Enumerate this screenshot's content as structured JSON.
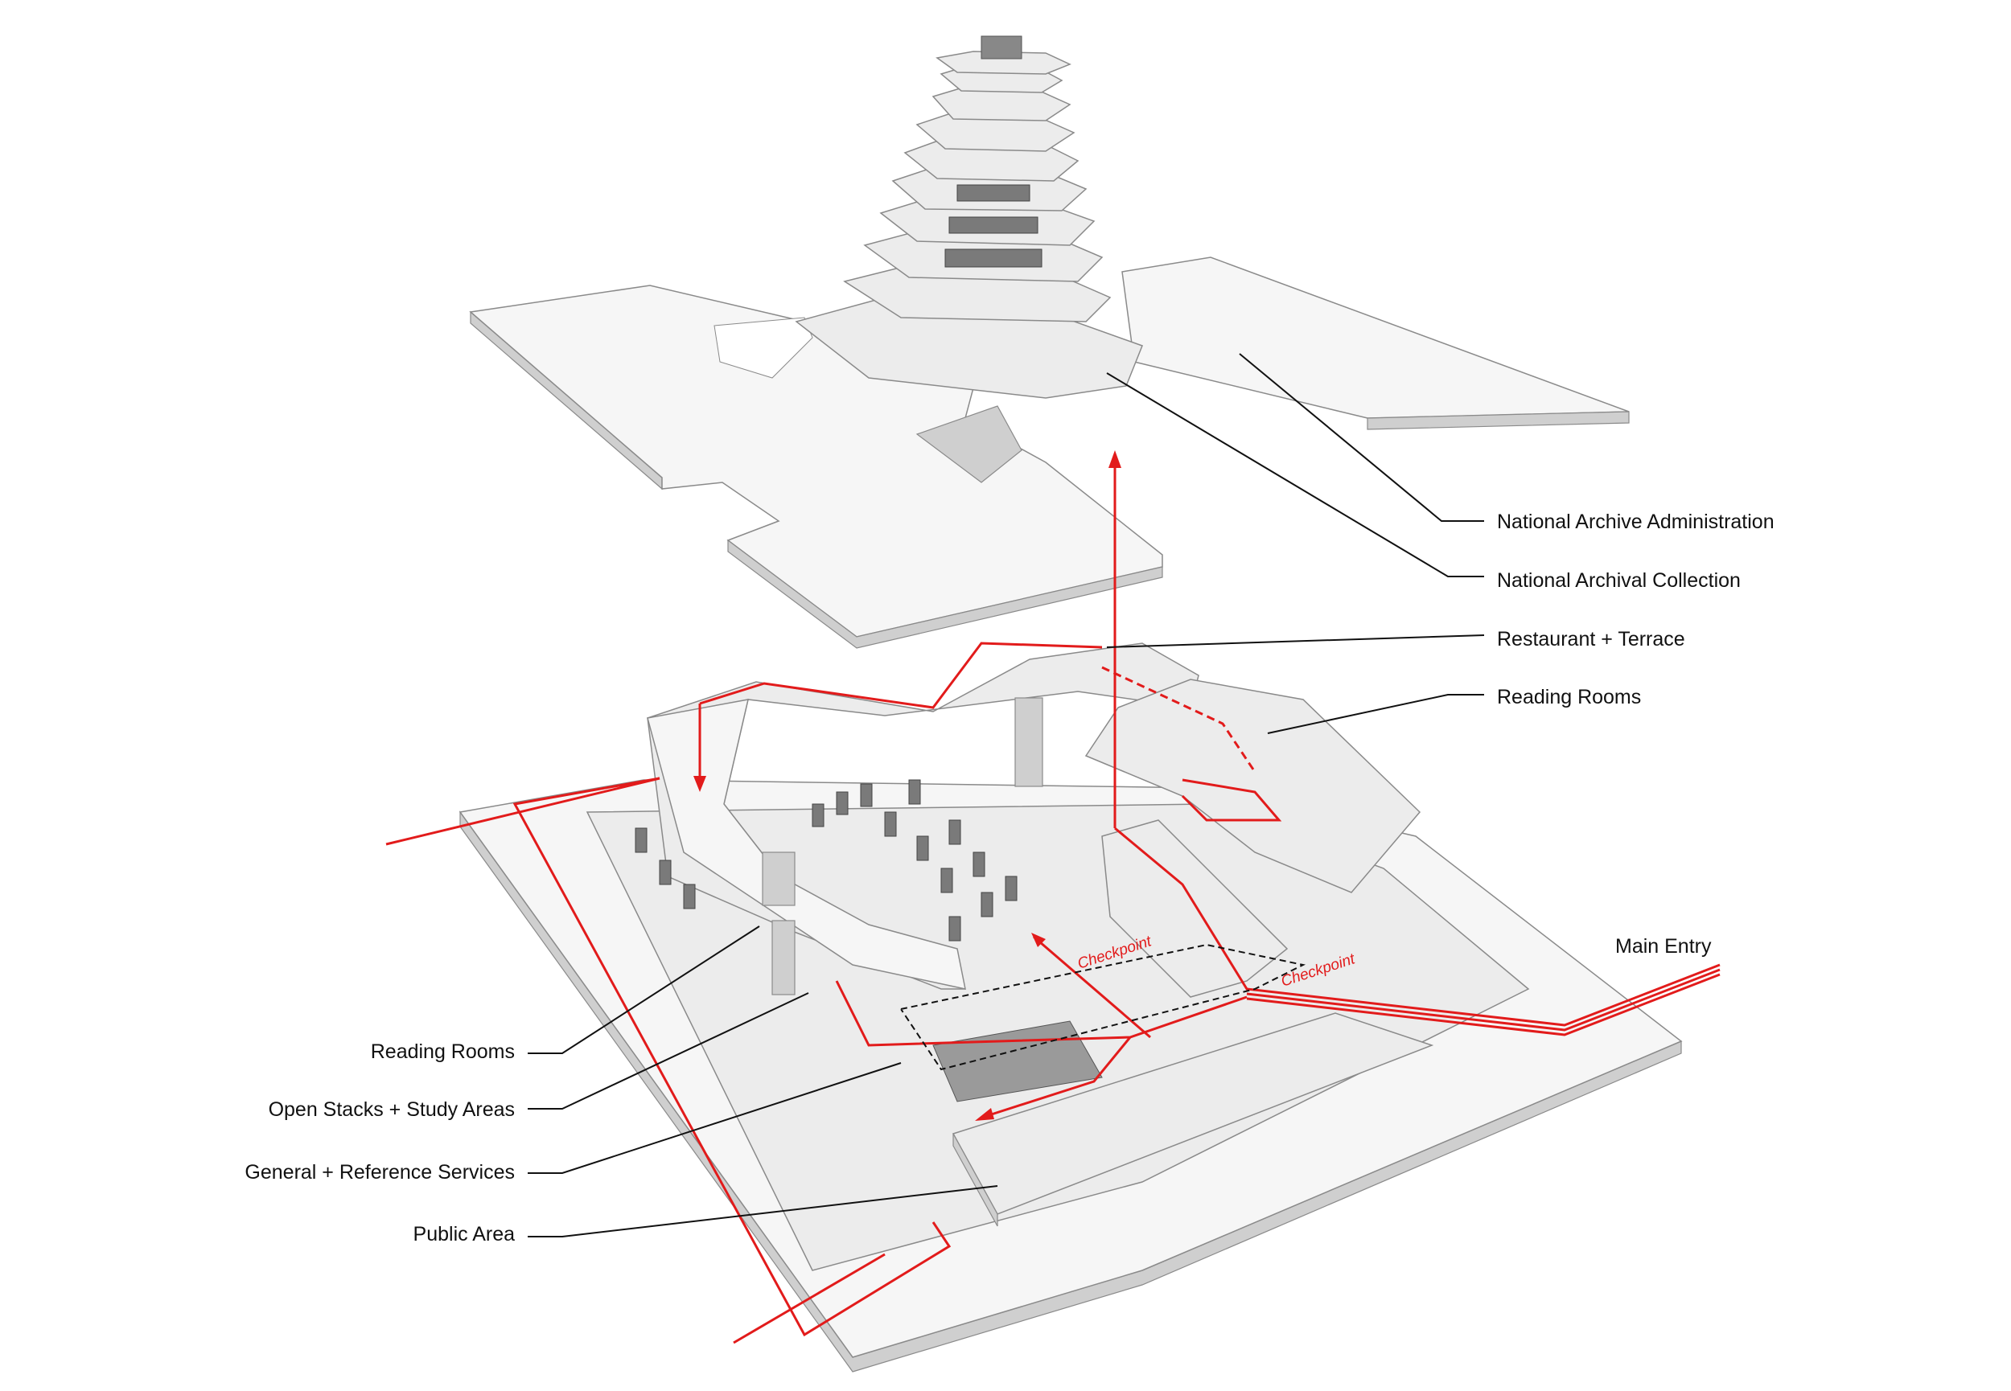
{
  "labels_right": [
    {
      "text": "National Archive Administration"
    },
    {
      "text": "National Archival Collection"
    },
    {
      "text": "Restaurant + Terrace"
    },
    {
      "text": "Reading Rooms"
    }
  ],
  "labels_left": [
    {
      "text": "Reading Rooms"
    },
    {
      "text": "Open Stacks + Study Areas"
    },
    {
      "text": "General + Reference Services"
    },
    {
      "text": "Public Area"
    }
  ],
  "main_entry": "Main Entry",
  "checkpoints": [
    "Checkpoint",
    "Checkpoint"
  ],
  "colors": {
    "circulation": "#e21b1b",
    "leader": "#111111",
    "model": "#ececec"
  }
}
